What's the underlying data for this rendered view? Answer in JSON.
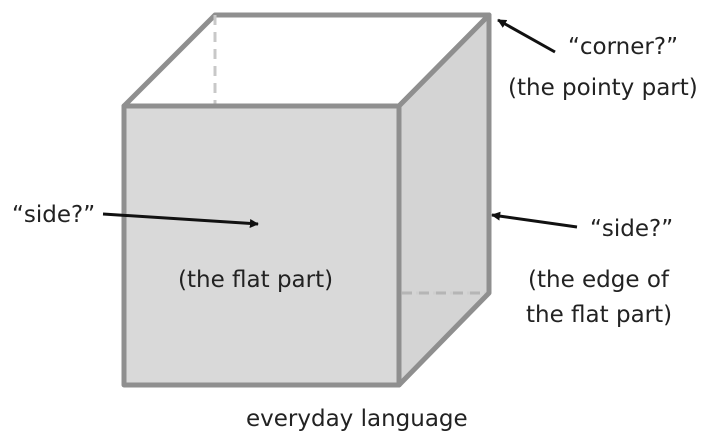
{
  "labels": {
    "corner_question": "“corner?”",
    "corner_note": "(the pointy part)",
    "face_question": "“side?”",
    "face_note": "(the flat part)",
    "edge_question": "“side?”",
    "edge_note_line1": "(the edge of",
    "edge_note_line2": "the flat part)",
    "caption": "everyday language"
  },
  "colors": {
    "face_fill": "#d9d9d9",
    "side_fill": "#cfcfcf",
    "top_fill": "#ffffff",
    "edge_stroke": "#8f8f8f",
    "hidden_edge": "#c8c8c8",
    "arrow": "#111111"
  }
}
